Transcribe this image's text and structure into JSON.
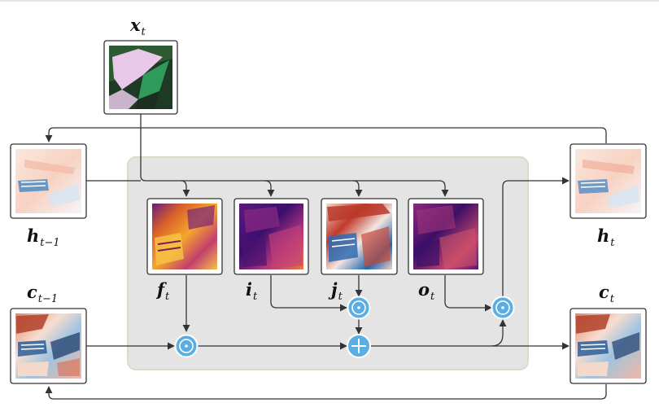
{
  "labels": {
    "x": {
      "main": "x",
      "sub": "t"
    },
    "h_prev": {
      "main": "h",
      "sub": "t−1"
    },
    "c_prev": {
      "main": "c",
      "sub": "t−1"
    },
    "h_next": {
      "main": "h",
      "sub": "t"
    },
    "c_next": {
      "main": "c",
      "sub": "t"
    },
    "f": {
      "main": "f",
      "sub": "t"
    },
    "i": {
      "main": "i",
      "sub": "t"
    },
    "j": {
      "main": "j",
      "sub": "t"
    },
    "o": {
      "main": "o",
      "sub": "t"
    }
  },
  "operators": {
    "multiply_symbol": "⊙",
    "add_symbol": "+"
  },
  "colors": {
    "cell_background": "#e4e4e4",
    "cell_border": "#d9dcc8",
    "operator_fill": "#5aaee4",
    "arrow": "#333333",
    "heat_dark": "#3b0f6f",
    "heat_mid": "#b5367a",
    "heat_bright": "#f59a2e",
    "diverging_red": "#c0392b",
    "diverging_blue": "#2166ac"
  }
}
